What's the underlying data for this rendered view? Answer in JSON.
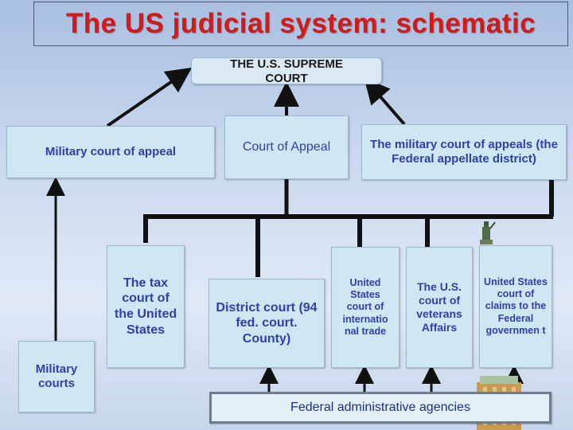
{
  "title": "The US judicial system: schematic",
  "nodes": {
    "supreme": "THE U.S. SUPREME COURT",
    "military_appeal": "Military court of appeal",
    "court_of_appeal": "Court of Appeal",
    "military_appeals_federal": "The military court of appeals (the Federal appellate district)",
    "tax_court": "The tax court of the United States",
    "district_court": "District court (94 fed. court. County)",
    "intl_trade": "United States court of internatio nal trade",
    "veterans": "The U.S. court of veterans Affairs",
    "claims": "United States court of claims to the Federal governmen t",
    "military_courts": "Military courts",
    "federal_agencies": "Federal administrative agencies"
  },
  "colors": {
    "title": "#d11a1a",
    "box_text": "#2f3fae",
    "box_fill": "#cfe6f3",
    "connector": "#111111"
  }
}
